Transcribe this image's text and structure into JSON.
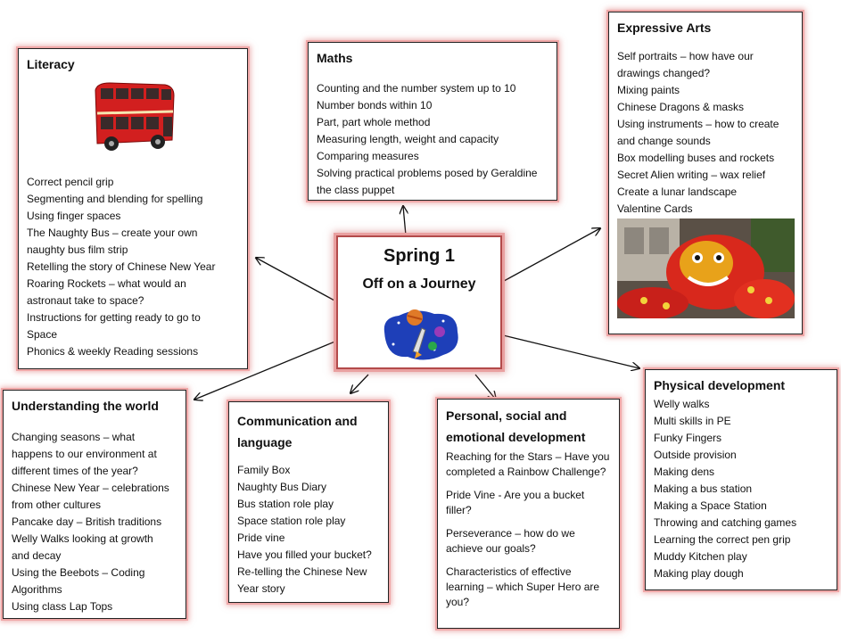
{
  "center": {
    "title": "Spring 1",
    "subtitle": "Off on a Journey"
  },
  "maths": {
    "title": "Maths",
    "items": [
      "Counting and the number system up to 10",
      "Number bonds within 10",
      "Part, part whole method",
      "Measuring length, weight and capacity",
      "Comparing measures",
      "Solving practical problems posed by Geraldine",
      "the class puppet"
    ]
  },
  "literacy": {
    "title": "Literacy",
    "items": [
      "Correct pencil grip",
      "Segmenting and blending for spelling",
      "Using finger spaces",
      "The Naughty Bus – create your own",
      "naughty bus film strip",
      "Retelling the story of Chinese New Year",
      "Roaring Rockets – what would an",
      "astronaut take to space?",
      "Instructions for getting ready to go to",
      "Space",
      "Phonics & weekly Reading sessions"
    ]
  },
  "expressive": {
    "title": "Expressive Arts",
    "items": [
      "Self portraits – how have our",
      "drawings changed?",
      "Mixing paints",
      "Chinese Dragons & masks",
      "Using instruments – how to create",
      "and change sounds",
      "Box modelling buses and rockets",
      "Secret Alien writing – wax relief",
      "Create a lunar landscape",
      "Valentine Cards"
    ]
  },
  "understanding": {
    "title": "Understanding the world",
    "items": [
      "Changing seasons – what",
      "happens to our environment at",
      "different times of the year?",
      "Chinese New Year – celebrations",
      "from other cultures",
      "Pancake day – British traditions",
      "Welly Walks looking at growth",
      "and decay",
      "Using the Beebots – Coding",
      "Algorithms",
      "Using class Lap Tops"
    ]
  },
  "communication": {
    "title_lines": [
      "Communication and",
      "language"
    ],
    "items": [
      "Family Box",
      "Naughty Bus Diary",
      "Bus station role play",
      "Space station role play",
      "Pride vine",
      "Have you filled your bucket?",
      "Re-telling the Chinese New",
      "Year story"
    ]
  },
  "personal": {
    "title_lines": [
      "Personal, social and",
      "emotional development"
    ],
    "paragraphs": [
      [
        "Reaching for the Stars – Have you",
        "completed a Rainbow Challenge?"
      ],
      [
        "Pride Vine - Are you a bucket",
        "filler?"
      ],
      [
        "Perseverance – how do we",
        "achieve our goals?"
      ],
      [
        "Characteristics of effective",
        "learning – which Super Hero are",
        "you?"
      ]
    ]
  },
  "physical": {
    "title": "Physical development",
    "items": [
      "Welly walks",
      "Multi skills in PE",
      "Funky Fingers",
      "Outside provision",
      "Making dens",
      "Making a bus station",
      "Making a Space Station",
      "Throwing and catching games",
      "Learning the correct pen grip",
      "Muddy Kitchen play",
      "Making play dough"
    ]
  },
  "colors": {
    "box_glow": "#e9a0a0",
    "center_border": "#b34a4a",
    "bus_red": "#d21f1f",
    "dragon_red": "#d8281c"
  },
  "icons": [
    "red-bus-image",
    "rocket-space-image",
    "chinese-dragon-image"
  ]
}
